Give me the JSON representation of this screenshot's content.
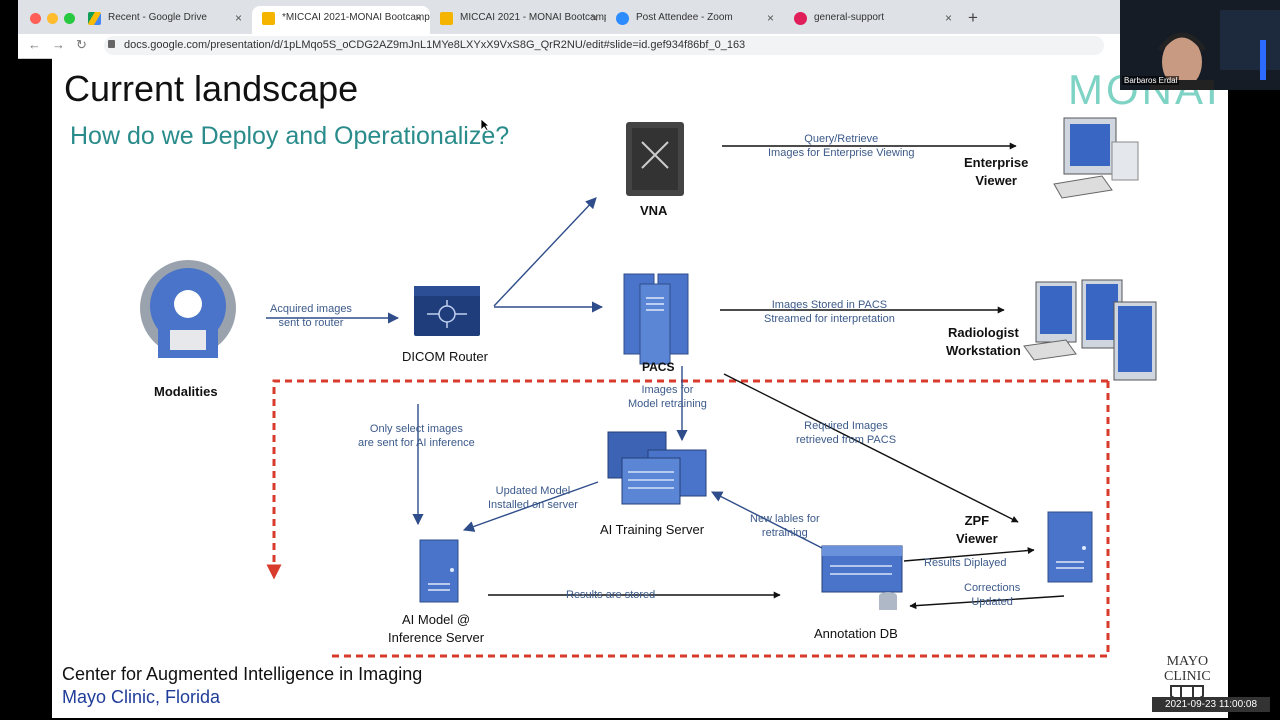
{
  "browser": {
    "tabs": [
      {
        "label": "Recent - Google Drive",
        "icon": "google-drive-icon",
        "active": false
      },
      {
        "label": "*MICCAI 2021-MONAI Bootcamp",
        "icon": "google-slides-icon",
        "active": true
      },
      {
        "label": "MICCAI 2021 - MONAI Bootcamp",
        "icon": "google-slides-icon",
        "active": false
      },
      {
        "label": "Post Attendee - Zoom",
        "icon": "zoom-icon",
        "active": false
      },
      {
        "label": "general-support",
        "icon": "chat-icon",
        "active": false
      }
    ],
    "new_tab": "+",
    "close": "×",
    "url": "docs.google.com/presentation/d/1pLMqo5S_oCDG2AZ9mJnL1MYe8LXYxX9VxS8G_QrR2NU/edit#slide=id.gef934f86bf_0_163"
  },
  "slide": {
    "title": "Current landscape",
    "subtitle": "How do we Deploy and Operationalize?",
    "logo": "MONAI",
    "nodes": {
      "vna": "VNA",
      "enterprise_viewer": "Enterprise\nViewer",
      "modalities": "Modalities",
      "dicom_router": "DICOM Router",
      "pacs": "PACS",
      "radiologist_workstation": "Radiologist\nWorkstation",
      "ai_training_server": "AI Training Server",
      "zpf_viewer": "ZPF\nViewer",
      "ai_model_inference": "AI Model @\nInference Server",
      "annotation_db": "Annotation DB"
    },
    "labels": {
      "query_retrieve": "Query/Retrieve\nImages for Enterprise Viewing",
      "acquired_images": "Acquired images\nsent to router",
      "images_stored": "Images Stored in PACS\nStreamed for interpretation",
      "images_for_retraining": "Images for\nModel retraining",
      "only_select": "Only select images\nare sent for AI inference",
      "required_images": "Required Images\nretrieved from PACS",
      "updated_model": "Updated Model\nInstalled on server",
      "new_labels": "New lables for\nretraining",
      "results_displayed": "Results Diplayed",
      "corrections_updated": "Corrections\nUpdated",
      "results_stored": "Results are stored"
    },
    "footer_line1": "Center for Augmented Intelligence in Imaging",
    "footer_line2": "Mayo Clinic, Florida",
    "mayo_logo": "MAYO\nCLINIC"
  },
  "video": {
    "participant_name": "Barbaros Erdal",
    "timestamp": "2021-09-23  11:00:08"
  },
  "colors": {
    "arrow": "#2f4d8a",
    "dashed_box": "#d83a2b",
    "icon_blue": "#4a74c9",
    "subtitle_teal": "#2a8b8b"
  }
}
